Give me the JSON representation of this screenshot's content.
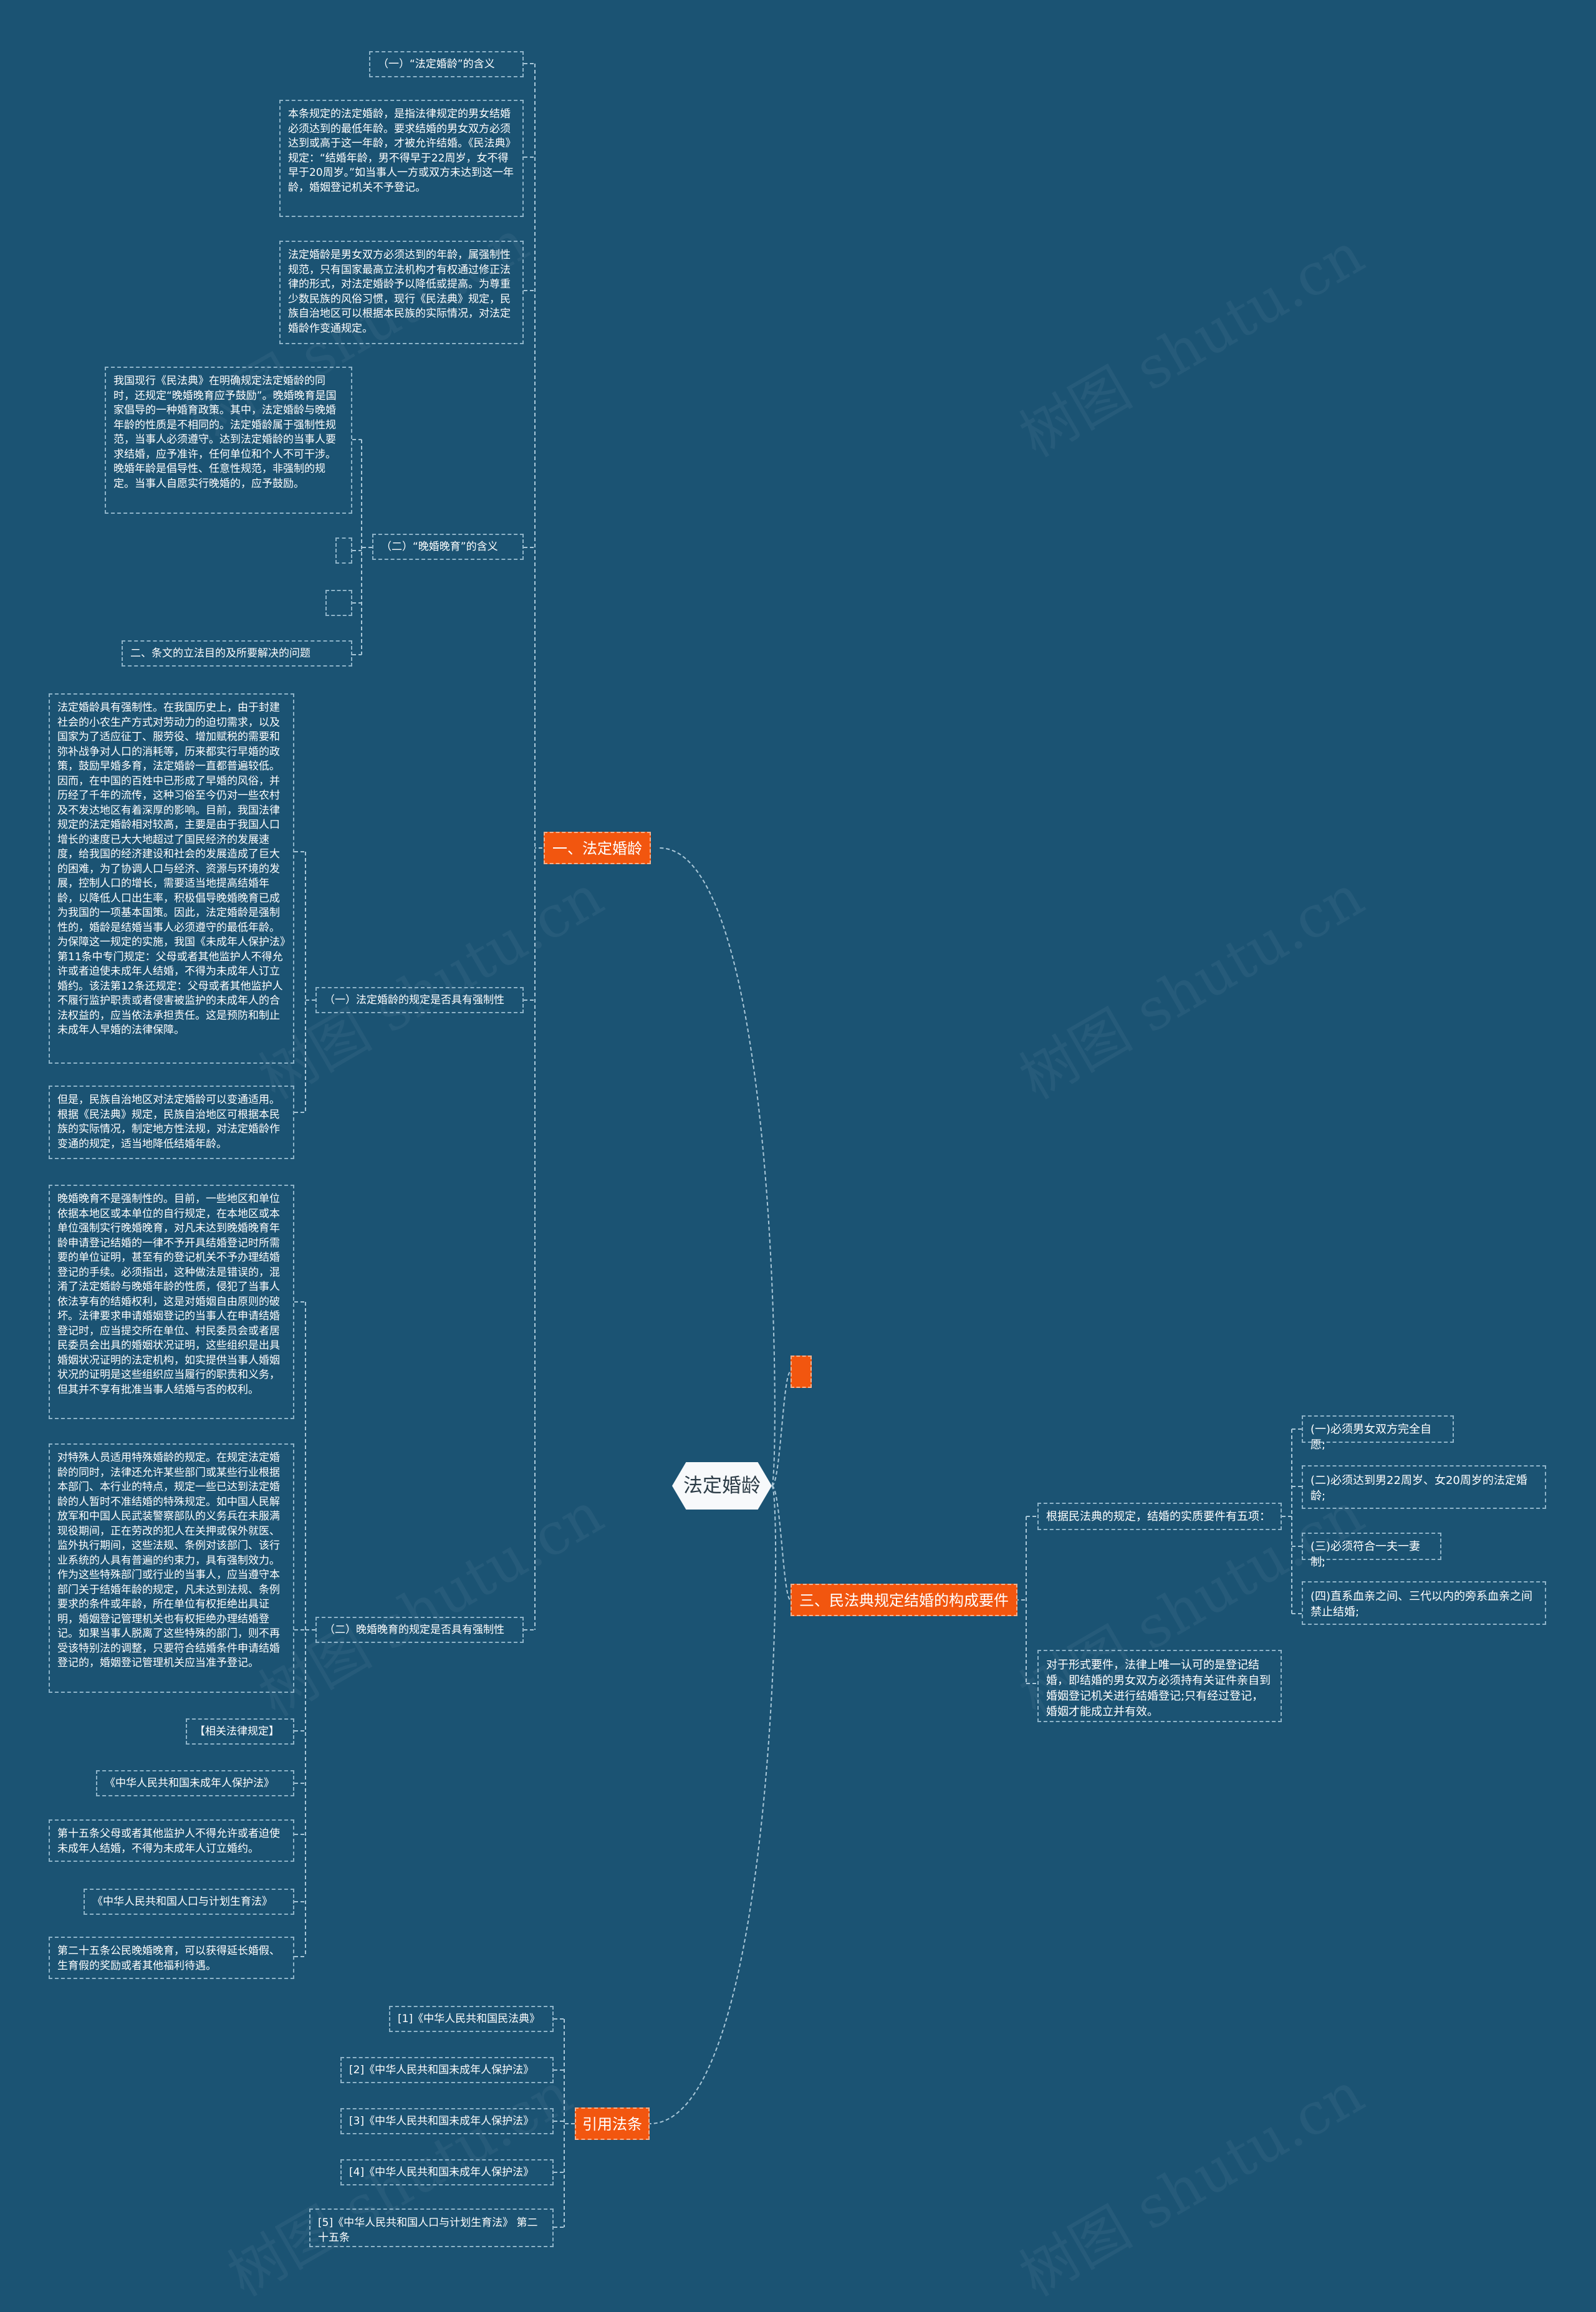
{
  "root": {
    "label": "法定婚龄"
  },
  "branches": {
    "b1": "一、法定婚龄",
    "b_empty": "",
    "b3": "三、民法典规定结婚的构成要件",
    "b4": "引用法条"
  },
  "sec1": {
    "head1": "（一）“法定婚龄”的含义",
    "text1": "本条规定的法定婚龄，是指法律规定的男女结婚必须达到的最低年龄。要求结婚的男女双方必须达到或高于这一年龄，才被允许结婚。《民法典》规定：“结婚年龄，男不得早于22周岁，女不得早于20周岁。”如当事人一方或双方未达到这一年龄，婚姻登记机关不予登记。",
    "text2": "法定婚龄是男女双方必须达到的年龄，属强制性规范，只有国家最高立法机构才有权通过修正法律的形式，对法定婚龄予以降低或提高。为尊重少数民族的风俗习惯，现行《民法典》规定，民族自治地区可以根据本民族的实际情况，对法定婚龄作变通规定。",
    "text3": "我国现行《民法典》在明确规定法定婚龄的同时，还规定“晚婚晚育应予鼓励”。晚婚晚育是国家倡导的一种婚育政策。其中，法定婚龄与晚婚年龄的性质是不相同的。法定婚龄属于强制性规范，当事人必须遵守。达到法定婚龄的当事人要求结婚，应予准许，任何单位和个人不可干涉。晚婚年龄是倡导性、任意性规范，非强制的规定。当事人自愿实行晚婚的，应予鼓励。",
    "head2": "（二）“晚婚晚育”的含义",
    "head3": "二、条文的立法目的及所要解决的问题",
    "text4": "法定婚龄具有强制性。在我国历史上，由于封建社会的小农生产方式对劳动力的迫切需求，以及国家为了适应征丁、服劳役、增加赋税的需要和弥补战争对人口的消耗等，历来都实行早婚的政策，鼓励早婚多育，法定婚龄一直都普遍较低。因而，在中国的百姓中已形成了早婚的风俗，并历经了千年的流传，这种习俗至今仍对一些农村及不发达地区有着深厚的影响。目前，我国法律规定的法定婚龄相对较高，主要是由于我国人口增长的速度已大大地超过了国民经济的发展速度，给我国的经济建设和社会的发展造成了巨大的困难，为了协调人口与经济、资源与环境的发展，控制人口的增长，需要适当地提高结婚年龄，以降低人口出生率，积极倡导晚婚晚育已成为我国的一项基本国策。因此，法定婚龄是强制性的，婚龄是结婚当事人必须遵守的最低年龄。为保障这一规定的实施，我国《未成年人保护法》第11条中专门规定：父母或者其他监护人不得允许或者迫使未成年人结婚，不得为未成年人订立婚约。该法第12条还规定：父母或者其他监护人不履行监护职责或者侵害被监护的未成年人的合法权益的，应当依法承担责任。这是预防和制止未成年人早婚的法律保障。",
    "text5": "但是，民族自治地区对法定婚龄可以变通适用。根据《民法典》规定，民族自治地区可根据本民族的实际情况，制定地方性法规，对法定婚龄作变通的规定，适当地降低结婚年龄。",
    "head4": "（一）法定婚龄的规定是否具有强制性",
    "text6": "晚婚晚育不是强制性的。目前，一些地区和单位依据本地区或本单位的自行规定，在本地区或本单位强制实行晚婚晚育，对凡未达到晚婚晚育年龄申请登记结婚的一律不予开具结婚登记时所需要的单位证明，甚至有的登记机关不予办理结婚登记的手续。必须指出，这种做法是错误的，混淆了法定婚龄与晚婚年龄的性质，侵犯了当事人依法享有的结婚权利，这是对婚姻自由原则的破坏。法律要求申请婚姻登记的当事人在申请结婚登记时，应当提交所在单位、村民委员会或者居民委员会出具的婚姻状况证明，这些组织是出具婚姻状况证明的法定机构，如实提供当事人婚姻状况的证明是这些组织应当履行的职责和义务，但其并不享有批准当事人结婚与否的权利。",
    "text7": "对特殊人员适用特殊婚龄的规定。在规定法定婚龄的同时，法律还允许某些部门或某些行业根据本部门、本行业的特点，规定一些已达到法定婚龄的人暂时不准结婚的特殊规定。如中国人民解放军和中国人民武装警察部队的义务兵在未服满现役期间，正在劳改的犯人在关押或保外就医、监外执行期间，这些法规、条例对该部门、该行业系统的人具有普遍的约束力，具有强制效力。作为这些特殊部门或行业的当事人，应当遵守本部门关于结婚年龄的规定，凡未达到法规、条例要求的条件或年龄，所在单位有权拒绝出具证明，婚姻登记管理机关也有权拒绝办理结婚登记。如果当事人脱离了这些特殊的部门，则不再受该特别法的调整，只要符合结婚条件申请结婚登记的，婚姻登记管理机关应当准予登记。",
    "head5": "（二）晚婚晚育的规定是否具有强制性",
    "rel_head": "【相关法律规定】",
    "rel_law1": "《中华人民共和国未成年人保护法》",
    "rel_text1": "第十五条父母或者其他监护人不得允许或者迫使未成年人结婚，不得为未成年人订立婚约。",
    "rel_law2": "《中华人民共和国人口与计划生育法》",
    "rel_text2": "第二十五条公民晚婚晚育，可以获得延长婚假、生育假的奖励或者其他福利待遇。"
  },
  "sec3": {
    "intro": "根据民法典的规定，结婚的实质要件有五项：",
    "c1": "(一)必须男女双方完全自愿;",
    "c2": "(二)必须达到男22周岁、女20周岁的法定婚龄;",
    "c3": "(三)必须符合一夫一妻制;",
    "c4": "(四)直系血亲之间、三代以内的旁系血亲之间禁止结婚;",
    "formal": "对于形式要件，法律上唯一认可的是登记结婚，即结婚的男女双方必须持有关证件亲自到婚姻登记机关进行结婚登记;只有经过登记，婚姻才能成立并有效。"
  },
  "sec4": {
    "r1": "[1]《中华人民共和国民法典》",
    "r2": "[2]《中华人民共和国未成年人保护法》",
    "r3": "[3]《中华人民共和国未成年人保护法》",
    "r4": "[4]《中华人民共和国未成年人保护法》",
    "r5": "[5]《中华人民共和国人口与计划生育法》 第二十五条"
  },
  "watermark": "树图 shutu.cn",
  "colors": {
    "background": "#1b5373",
    "accent": "#f2560f",
    "root_fill": "#f7f9fb",
    "link": "#a9c7d8"
  }
}
